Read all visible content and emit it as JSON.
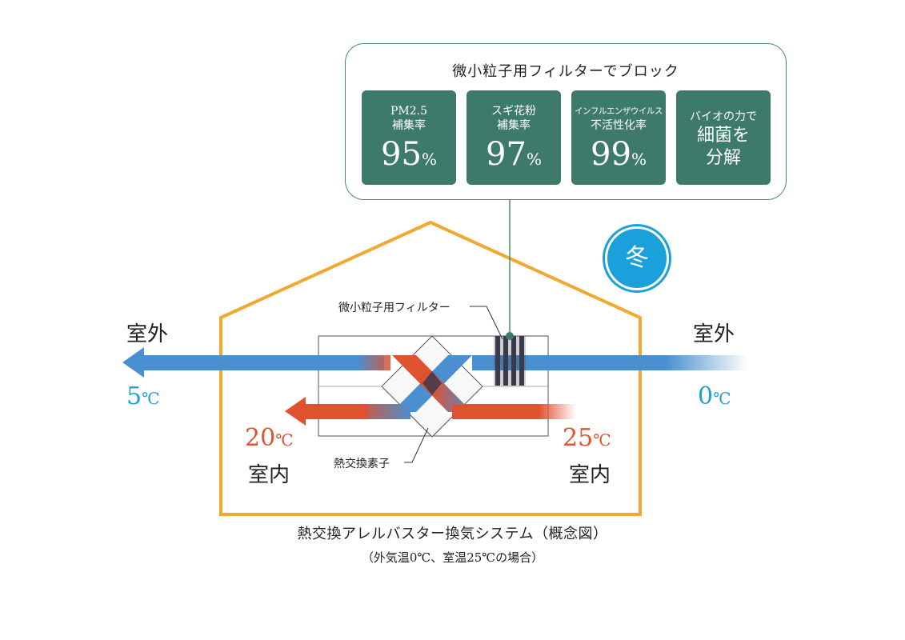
{
  "callout": {
    "title": "微小粒子用フィルターでブロック",
    "cards": [
      {
        "line1": "PM2.5",
        "line2": "補集率",
        "value": "95",
        "unit": "%"
      },
      {
        "line1": "スギ花粉",
        "line2": "補集率",
        "value": "97",
        "unit": "%"
      },
      {
        "line1": "インフルエンザウイルス",
        "line2": "不活性化率",
        "value": "99",
        "unit": "%"
      },
      {
        "line1": "バイオの力で",
        "line2": "細菌を",
        "line3": "分解"
      }
    ]
  },
  "season": "冬",
  "labels": {
    "outside_left": "室外",
    "outside_right": "室外",
    "temp_out_left": "5",
    "temp_out_right": "0",
    "temp_in_left": "20",
    "temp_in_right": "25",
    "inside_left": "室内",
    "inside_right": "室内",
    "degree_unit": "℃",
    "filter_label": "微小粒子用フィルター",
    "exchanger_label": "熱交換素子"
  },
  "caption": {
    "title": "熱交換アレルバスター換気システム（概念図）",
    "subtitle": "（外気温0℃、室温25℃の場合）"
  },
  "colors": {
    "green": "#3e7a69",
    "house": "#f0a830",
    "blue": "#4a8fd0",
    "red": "#e0522f",
    "winter": "#1aa0db"
  }
}
